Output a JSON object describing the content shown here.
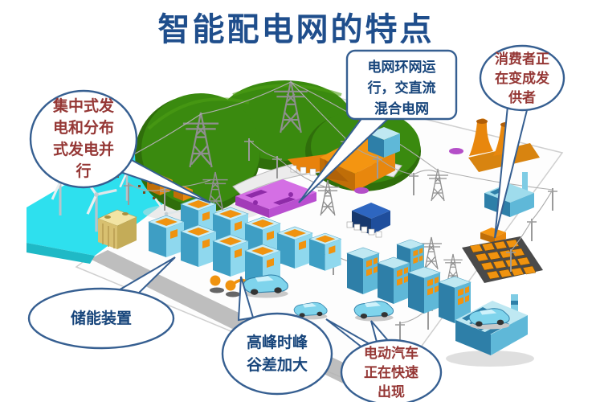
{
  "title": "智能配电网的特点",
  "callouts": {
    "centralized": {
      "text": "集中式发\n电和分布\n式发电并\n行",
      "color": "#953735"
    },
    "ring": {
      "text": "电网环网运\n行，交直流\n混合电网",
      "color": "#17457B"
    },
    "consumer": {
      "text": "消费者正\n在变成发\n供者",
      "color": "#953735"
    },
    "storage": {
      "text": "储能装置",
      "color": "#17457B"
    },
    "peak": {
      "text": "高峰时峰\n谷差加大",
      "color": "#17457B"
    },
    "ev": {
      "text": "电动汽车\n正在快速\n出现",
      "color": "#953735"
    }
  },
  "colors": {
    "title": "#1F4E8C",
    "callout_border": "#365F91",
    "navy_text": "#17457B",
    "dark_red_text": "#953735",
    "hill_green": "#3A8A0F",
    "water_cyan": "#2EE0EE",
    "building_blue": "#5FB8D8",
    "accent_orange": "#F0930F",
    "substation_purple": "#C95FDE"
  },
  "scene": {
    "background": "#ffffff",
    "items": [
      "green-hills",
      "hydro-dam",
      "water-strip",
      "wind-turbines",
      "orange-tree",
      "farm-buildings",
      "yellow-battery",
      "storage-battery-cluster",
      "purple-substation",
      "transmission-towers",
      "utility-poles",
      "power-lines",
      "orange-refinery",
      "cooling-tower-plant",
      "blue-factory",
      "solar-panel-array",
      "industrial-plant",
      "city-buildings",
      "electric-cars",
      "charging-station",
      "dark-blue-box",
      "transformer-blocks"
    ]
  }
}
